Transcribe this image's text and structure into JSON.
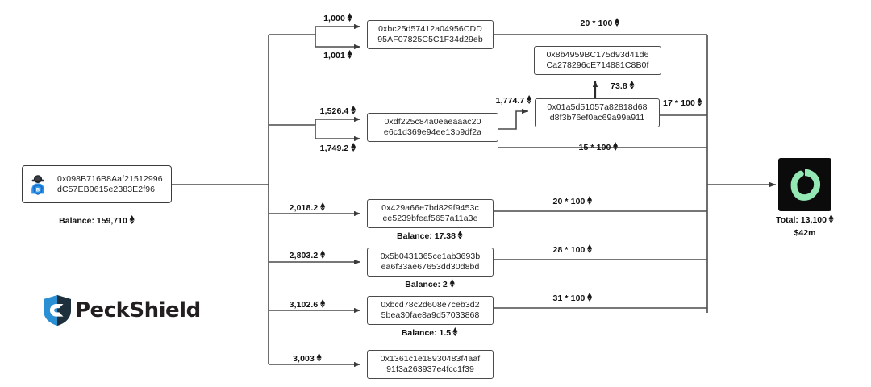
{
  "diagram": {
    "title": "Fund flow diagram",
    "currency_symbol": "ETH",
    "watermark": {
      "brand": "PeckShield"
    },
    "source": {
      "name": "hacker-address",
      "address_line1": "0x098B716B8Aaf21512996",
      "address_line2": "dC57EB0615e2383E2f96",
      "balance_label": "Balance: 159,710",
      "icon": "hacker-avatar-icon"
    },
    "destination": {
      "name": "tornado-cash",
      "icon": "tornado-cash-logo",
      "total_label": "Total: 13,100",
      "usd_label": "$42m"
    },
    "nodes": [
      {
        "id": "n1",
        "address_line1": "0xbc25d57412a04956CDD",
        "address_line2": "95AF07825C5C1F34d29eb",
        "balance_label": "",
        "in_labels": [
          "1,000",
          "1,001"
        ],
        "out_label": "20 * 100"
      },
      {
        "id": "n2",
        "address_line1": "0xdf225c84a0eaeaaac20",
        "address_line2": "e6c1d369e94ee13b9df2a",
        "balance_label": "",
        "in_labels": [
          "1,526.4",
          "1,749.2"
        ],
        "out_label": "15 * 100"
      },
      {
        "id": "n3",
        "address_line1": "0x01a5d51057a82818d68",
        "address_line2": "d8f3b76ef0ac69a99a911",
        "balance_label": "",
        "in_labels": [
          "1,774.7"
        ],
        "out_label": "17 * 100"
      },
      {
        "id": "n4",
        "address_line1": "0x8b4959BC175d93d41d6",
        "address_line2": "Ca278296cE714881C8B0f",
        "balance_label": "",
        "in_labels": [
          "73.8"
        ],
        "out_label": ""
      },
      {
        "id": "n5",
        "address_line1": "0x429a66e7bd829f9453c",
        "address_line2": "ee5239bfeaf5657a11a3e",
        "balance_label": "Balance: 17.38",
        "in_labels": [
          "2,018.2"
        ],
        "out_label": "20 * 100"
      },
      {
        "id": "n6",
        "address_line1": "0x5b0431365ce1ab3693b",
        "address_line2": "ea6f33ae67653dd30d8bd",
        "balance_label": "Balance: 2",
        "in_labels": [
          "2,803.2"
        ],
        "out_label": "28 * 100"
      },
      {
        "id": "n7",
        "address_line1": "0xbcd78c2d608e7ceb3d2",
        "address_line2": "5bea30fae8a9d57033868",
        "balance_label": "Balance: 1.5",
        "in_labels": [
          "3,102.6"
        ],
        "out_label": "31 * 100"
      },
      {
        "id": "n8",
        "address_line1": "0x1361c1e18930483f4aaf",
        "address_line2": "91f3a263937e4fcc1f39",
        "balance_label": "",
        "in_labels": [
          "3,003"
        ],
        "out_label": ""
      }
    ],
    "colors": {
      "stroke": "#4a4a4a",
      "text": "#111111",
      "tornado_green": "#94e8b4",
      "tornado_bg": "#0b0b0b",
      "peckshield_blue": "#2b8fd4",
      "peckshield_dark": "#231f20"
    }
  }
}
